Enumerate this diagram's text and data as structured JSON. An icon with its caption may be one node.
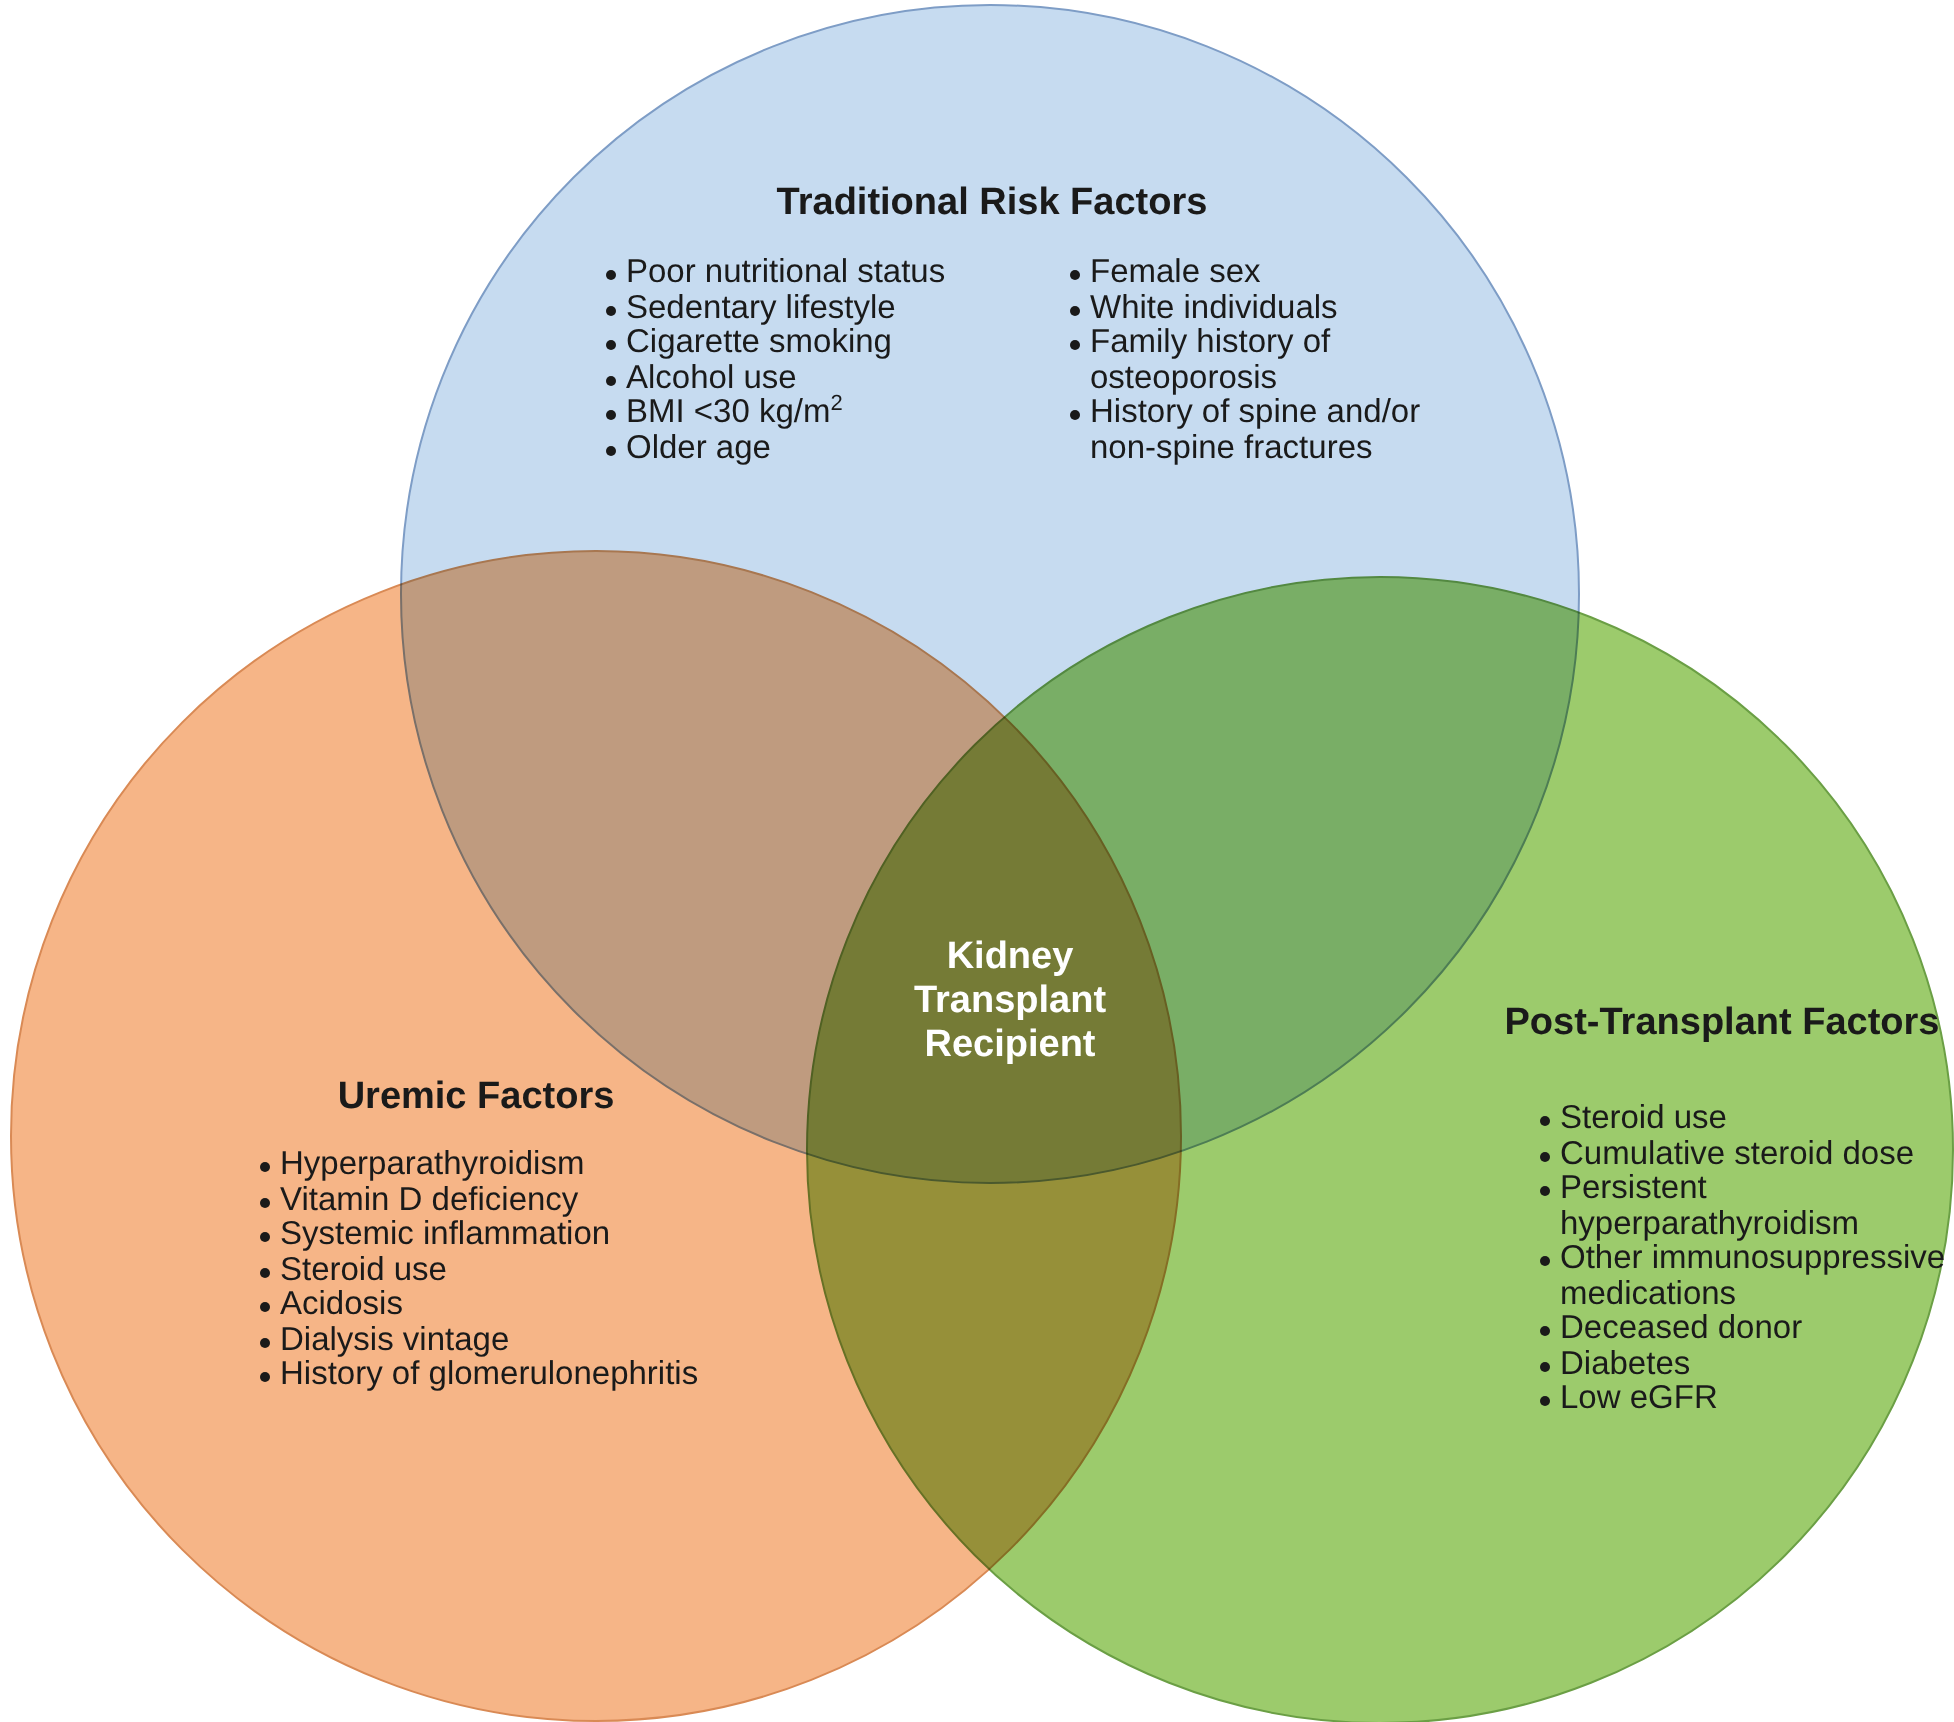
{
  "diagram": {
    "nodes": [
      {
        "text": [
          "Traditional Risk Factors",
          "Poor nutritional status",
          "Sedentary lifestyle",
          "Cigarette smoking",
          "Alcohol use",
          "BMI <30 kg/m$^{2}$",
          "Older age",
          "Female sex",
          "White individuals",
          "Family history of osteoporosis",
          "History of spine and/or non-spine fractures"
        ]
      },
      {
        "text": [
          "Uremic Factors",
          "Hyperparathyroidism",
          "Vitamin D deficiency",
          "Systemic inflammation",
          "Steroid use",
          "Acidosis",
          "Dialysis vintage",
          "History of glomerulonephritis"
        ]
      },
      {
        "text": [
          "Post-Transplant Factors",
          "Steroid use",
          "Cumulative steroid dose",
          "Persistent hyperparathyroidism",
          "Other immunosuppressive medications",
          "Deceased donor",
          "Diabetes",
          "Low eGFR"
        ]
      },
      {
        "text": [
          "Kidney Transplant Recipient"
        ]
      }
    ]
  }
}
